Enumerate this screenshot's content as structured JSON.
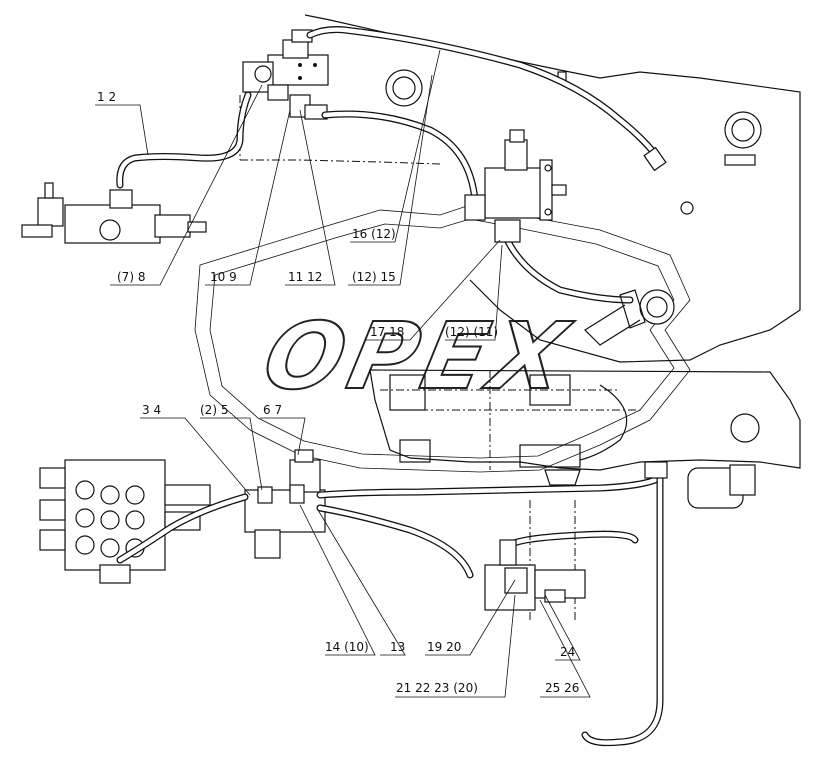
{
  "watermark": "OPEX",
  "callouts": [
    {
      "id": "c-1-2",
      "text": "1   2"
    },
    {
      "id": "c-7-8",
      "text": "(7)  8"
    },
    {
      "id": "c-10-9",
      "text": "10   9"
    },
    {
      "id": "c-11-12",
      "text": "11   12"
    },
    {
      "id": "c-12-15",
      "text": "(12)  15"
    },
    {
      "id": "c-16-12",
      "text": "16  (12)"
    },
    {
      "id": "c-17-18",
      "text": "17   18"
    },
    {
      "id": "c-12-11",
      "text": "(12)  (11)"
    },
    {
      "id": "c-3-4",
      "text": "3    4"
    },
    {
      "id": "c-2-5",
      "text": "(2)  5"
    },
    {
      "id": "c-6-7",
      "text": "6    7"
    },
    {
      "id": "c-14-10",
      "text": "14  (10)"
    },
    {
      "id": "c-13",
      "text": "13"
    },
    {
      "id": "c-19-20",
      "text": "19   20"
    },
    {
      "id": "c-24",
      "text": "24"
    },
    {
      "id": "c-21-20",
      "text": "21   22   23  (20)"
    },
    {
      "id": "c-25-26",
      "text": "25   26"
    }
  ]
}
